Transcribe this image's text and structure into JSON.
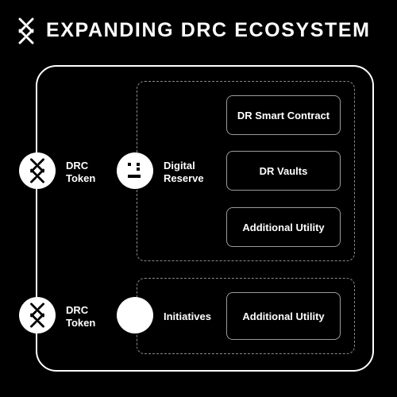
{
  "header": {
    "title": "EXPANDING DRC ECOSYSTEM",
    "logo_icon": "drc-helix-logo-icon"
  },
  "colors": {
    "background": "#000000",
    "foreground": "#ffffff",
    "box_border": "#9a9a9a",
    "dashed_border": "#8a8a8a"
  },
  "token_nodes": [
    {
      "line1": "DRC",
      "line2": "Token",
      "icon": "drc-helix-icon"
    },
    {
      "line1": "DRC",
      "line2": "Token",
      "icon": "drc-helix-icon"
    }
  ],
  "reserve": {
    "line1": "Digital",
    "line2": "Reserve",
    "icon": "digital-reserve-face-icon"
  },
  "initiatives": {
    "label": "Initiatives",
    "icon": "blank-circle-icon"
  },
  "reserve_items": [
    {
      "label": "DR Smart Contract"
    },
    {
      "label": "DR Vaults"
    },
    {
      "label": "Additional Utility"
    }
  ],
  "initiative_items": [
    {
      "label": "Additional Utility"
    }
  ]
}
